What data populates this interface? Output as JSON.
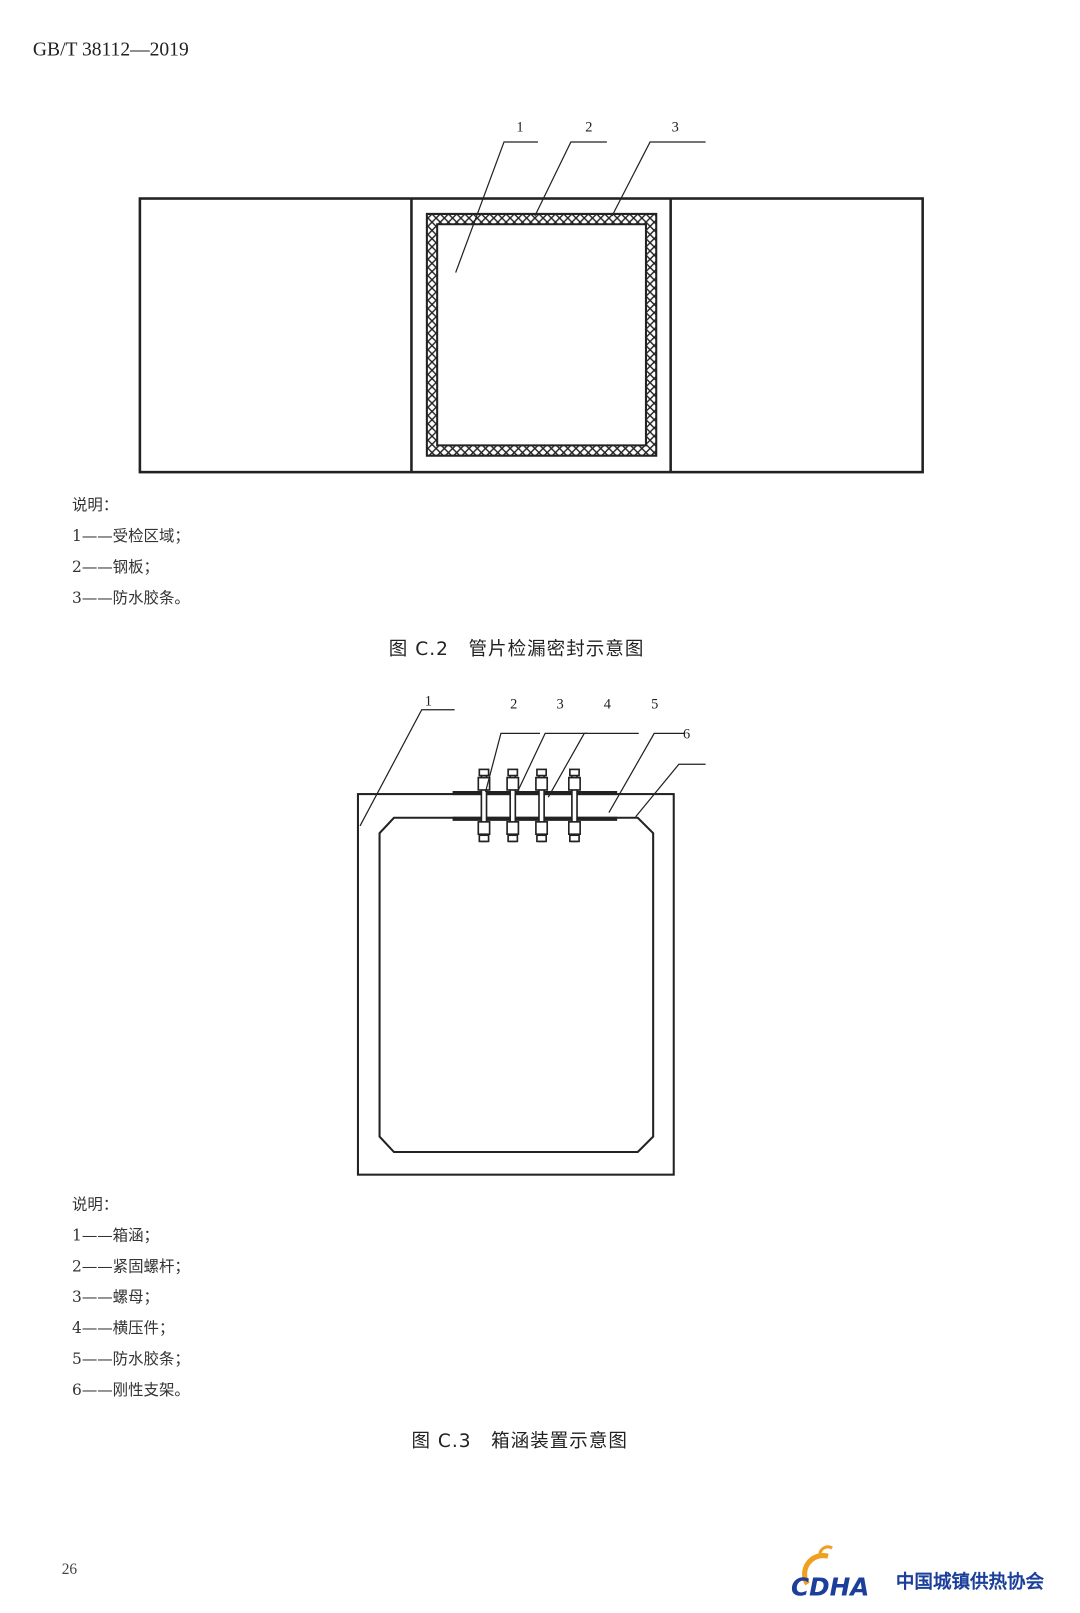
{
  "header": {
    "standard_code": "GB/T 38112—2019"
  },
  "figure_c2": {
    "callouts": [
      "1",
      "2",
      "3"
    ],
    "legend_title": "说明：",
    "legend": [
      "1——受检区域；",
      "2——钢板；",
      "3——防水胶条。"
    ],
    "caption": "图 C.2　管片检漏密封示意图"
  },
  "figure_c3": {
    "callouts": [
      "1",
      "2",
      "3",
      "4",
      "5",
      "6"
    ],
    "legend_title": "说明：",
    "legend": [
      "1——箱涵；",
      "2——紧固螺杆；",
      "3——螺母；",
      "4——横压件；",
      "5——防水胶条；",
      "6——刚性支架。"
    ],
    "caption": "图 C.3　箱涵装置示意图"
  },
  "footer": {
    "page_number": "26",
    "logo_text": "中国城镇供热协会",
    "logo_abbr": "CDHA"
  }
}
